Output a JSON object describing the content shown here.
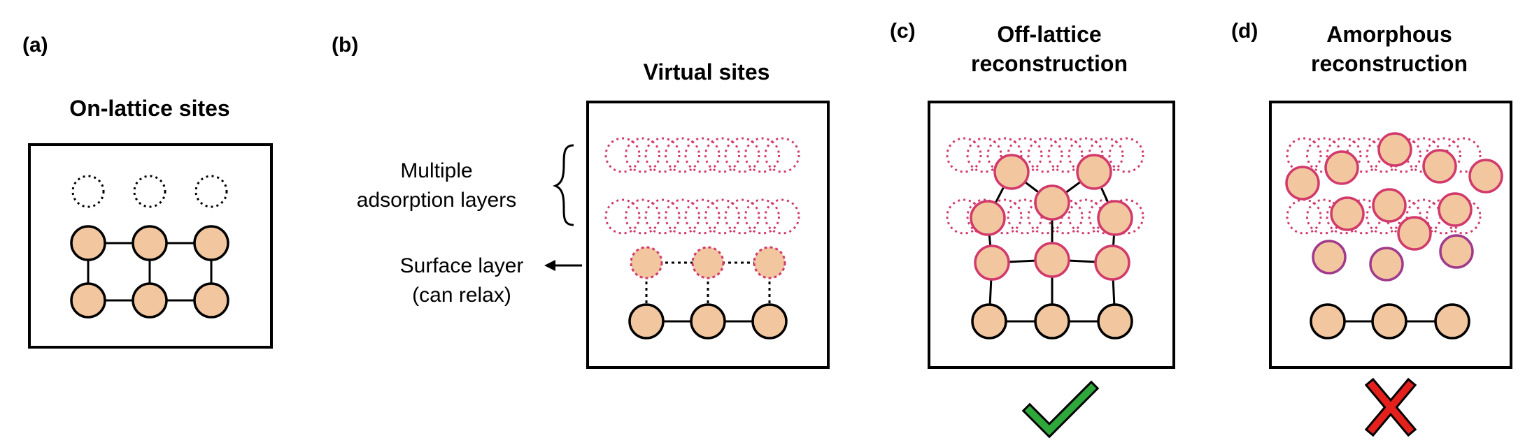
{
  "panels": {
    "a": {
      "label": "(a)",
      "title": "On-lattice sites"
    },
    "b": {
      "label": "(b)",
      "title": "Virtual sites",
      "annotation_multiple_line1": "Multiple",
      "annotation_multiple_line2": "adsorption layers",
      "annotation_surface_line1": "Surface layer",
      "annotation_surface_line2": "(can relax)"
    },
    "c": {
      "label": "(c)",
      "title_line1": "Off-lattice",
      "title_line2": "reconstruction",
      "verdict": "check-mark-icon"
    },
    "d": {
      "label": "(d)",
      "title_line1": "Amorphous",
      "title_line2": "reconstruction",
      "verdict": "cross-mark-icon"
    }
  },
  "colors": {
    "atom_fill": "#f2c7a0",
    "atom_stroke": "#000000",
    "virtual_site": "#d13a6b",
    "relaxed_stroke": "#d13a6b",
    "amorphous_stroke": "#a03a8c",
    "check_green": "#2ea83a",
    "cross_red": "#e3201b"
  }
}
